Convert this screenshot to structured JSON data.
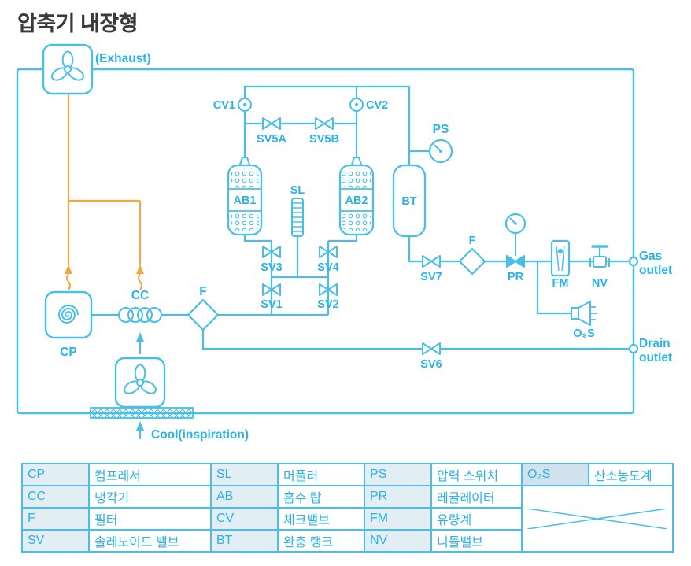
{
  "title": "압축기 내장형",
  "colors": {
    "line": "#49bfe8",
    "label_text": "#2ab3e6",
    "heat_orange": "#f2a83e",
    "title_text": "#3a3a3a",
    "abbr_cell_bg": "#e2edf4"
  },
  "diagram": {
    "labels": {
      "exhaust": "(Exhaust)",
      "cool": "Cool(inspiration)",
      "gas1": "Gas",
      "gas2": "outlet",
      "drain1": "Drain",
      "drain2": "outlet",
      "cv1": "CV1",
      "cv2": "CV2",
      "sv5a": "SV5A",
      "sv5b": "SV5B",
      "ab1": "AB1",
      "ab2": "AB2",
      "sl": "SL",
      "bt": "BT",
      "ps": "PS",
      "sv1": "SV1",
      "sv2": "SV2",
      "sv3": "SV3",
      "sv4": "SV4",
      "sv6": "SV6",
      "sv7": "SV7",
      "f_main": "F",
      "f_out": "F",
      "pr": "PR",
      "fm": "FM",
      "nv": "NV",
      "o2s": "O₂S",
      "cp": "CP",
      "cc": "CC"
    }
  },
  "legend": {
    "rows": [
      {
        "c0": "CP",
        "c1": "컴프레서",
        "c2": "SL",
        "c3": "머플러",
        "c4": "PS",
        "c5": "압력 스위치",
        "c6": "O₂S",
        "c7": "산소농도계"
      },
      {
        "c0": "CC",
        "c1": "냉각기",
        "c2": "AB",
        "c3": "흡수 탑",
        "c4": "PR",
        "c5": "레귤레이터"
      },
      {
        "c0": "F",
        "c1": "필터",
        "c2": "CV",
        "c3": "체크밸브",
        "c4": "FM",
        "c5": "유량계"
      },
      {
        "c0": "SV",
        "c1": "솔레노이드 밸브",
        "c2": "BT",
        "c3": "완충 탱크",
        "c4": "NV",
        "c5": "니들밸브"
      }
    ]
  }
}
